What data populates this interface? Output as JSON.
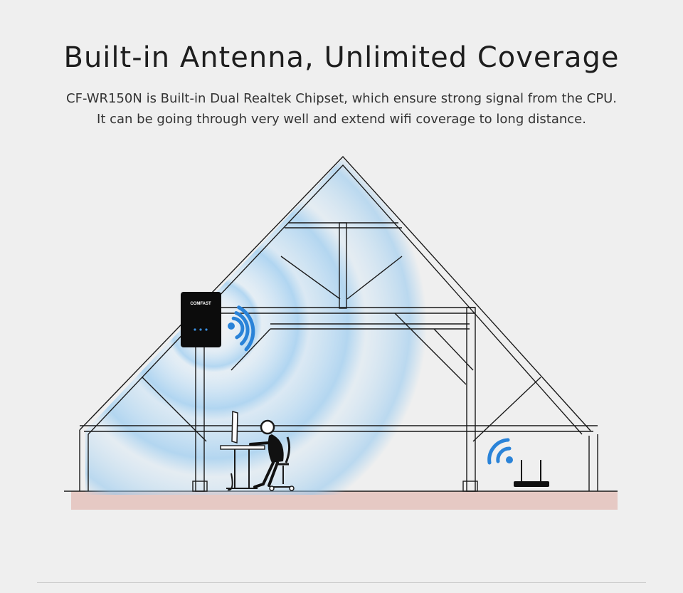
{
  "header": {
    "title": "Built-in Antenna, Unlimited Coverage",
    "description_line1": "CF-WR150N is Built-in Dual Realtek Chipset, which ensure strong signal from the CPU.",
    "description_line2": "It can be going through very well and extend wifi coverage to long distance."
  },
  "device": {
    "brand": "COMFAST"
  },
  "colors": {
    "background": "#efefef",
    "signal_blue": "#2a83d8",
    "coverage_blue": "#8fc6ef",
    "floor": "#e6c9c4",
    "line": "#1a1a1a"
  },
  "icons": [
    "wifi-signal-icon",
    "wifi-signal-icon"
  ]
}
